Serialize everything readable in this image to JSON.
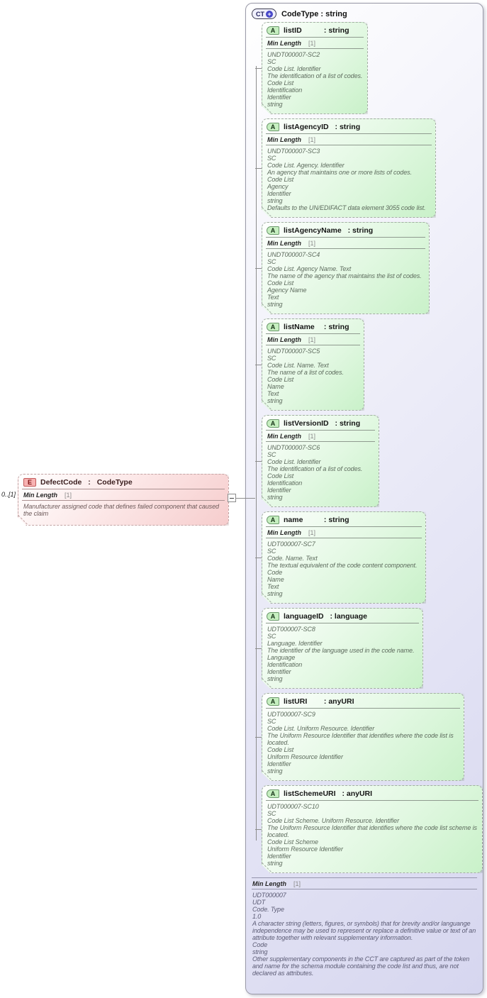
{
  "ui": {
    "attr_icon_label": "A",
    "type_separator": " : ",
    "collapse_glyph": "-"
  },
  "element": {
    "icon_label": "E",
    "name": "DefectCode",
    "type": "CodeType",
    "cardinality": "0..[1]",
    "facet": {
      "name": "Min Length",
      "value": "[1]"
    },
    "doc": "Manufacturer assigned code that defines failed component that caused the claim"
  },
  "complex_type": {
    "icon_label": "CT",
    "icon_plus": "+",
    "title": "CodeType : string",
    "attributes": [
      {
        "name": "listID",
        "type": "string",
        "facet_name": "Min Length",
        "facet_value": "[1]",
        "doc_lines": [
          "UNDT000007-SC2",
          "SC",
          "Code List. Identifier",
          "The identification of a list of codes.",
          "Code List",
          "Identification",
          "Identifier",
          "string"
        ]
      },
      {
        "name": "listAgencyID",
        "type": "string",
        "facet_name": "Min Length",
        "facet_value": "[1]",
        "doc_lines": [
          "UNDT000007-SC3",
          "SC",
          "Code List. Agency. Identifier",
          "An agency that maintains one or more lists of codes.",
          "Code List",
          "Agency",
          "Identifier",
          "string",
          "Defaults to the UN/EDIFACT data element 3055 code list."
        ]
      },
      {
        "name": "listAgencyName",
        "type": "string",
        "facet_name": "Min Length",
        "facet_value": "[1]",
        "doc_lines": [
          "UNDT000007-SC4",
          "SC",
          "Code List. Agency Name. Text",
          "The name of the agency that maintains the list of codes.",
          "Code List",
          "Agency Name",
          "Text",
          "string"
        ]
      },
      {
        "name": "listName",
        "type": "string",
        "facet_name": "Min Length",
        "facet_value": "[1]",
        "doc_lines": [
          "UNDT000007-SC5",
          "SC",
          "Code List. Name. Text",
          "The name of a list of codes.",
          "Code List",
          "Name",
          "Text",
          "string"
        ]
      },
      {
        "name": "listVersionID",
        "type": "string",
        "facet_name": "Min Length",
        "facet_value": "[1]",
        "doc_lines": [
          "UNDT000007-SC6",
          "SC",
          "Code List. Identifier",
          "The identification of a list of codes.",
          "Code List",
          "Identification",
          "Identifier",
          "string"
        ]
      },
      {
        "name": "name",
        "type": "string",
        "facet_name": "Min Length",
        "facet_value": "[1]",
        "doc_lines": [
          "UDT000007-SC7",
          "SC",
          "Code. Name. Text",
          "The textual equivalent of the code content component.",
          "Code",
          "Name",
          "Text",
          "string"
        ]
      },
      {
        "name": "languageID",
        "type": "language",
        "doc_lines": [
          "UDT000007-SC8",
          "SC",
          "Language. Identifier",
          "The identifier of the language used in the code name.",
          "Language",
          "Identification",
          "Identifier",
          "string"
        ]
      },
      {
        "name": "listURI",
        "type": "anyURI",
        "doc_lines": [
          "UDT000007-SC9",
          "SC",
          "Code List. Uniform Resource. Identifier",
          "The Uniform Resource Identifier that identifies where the code list is located.",
          "Code List",
          "Uniform Resource Identifier",
          "Identifier",
          "string"
        ]
      },
      {
        "name": "listSchemeURI",
        "type": "anyURI",
        "doc_lines": [
          "UDT000007-SC10",
          "SC",
          "Code List Scheme. Uniform Resource. Identifier",
          "The Uniform Resource Identifier that identifies where the code list scheme is located.",
          "Code List Scheme",
          "Uniform Resource Identifier",
          "Identifier",
          "string"
        ]
      }
    ],
    "facet": {
      "name": "Min Length",
      "value": "[1]"
    },
    "doc_lines": [
      "UDT000007",
      "UDT",
      "Code. Type",
      "1.0",
      "A character string (letters, figures, or symbols) that for brevity and/or languange independence may be used to represent or replace a definitive value or text of an attribute together with relevant supplementary information.",
      "Code",
      "string",
      "Other supplementary components in the CCT are captured as part of the token and name for the schema module containing the code list and thus, are not declared as attributes."
    ]
  }
}
